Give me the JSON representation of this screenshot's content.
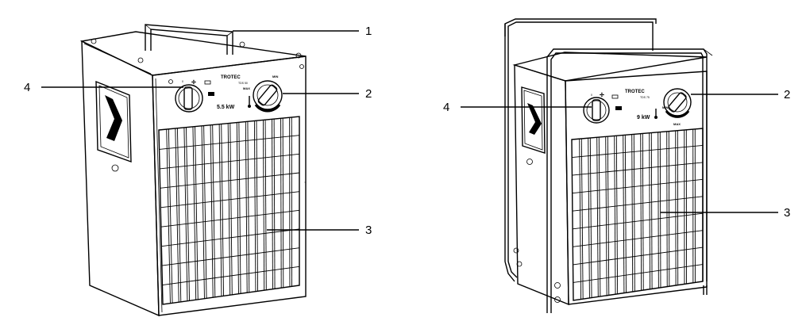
{
  "figure": {
    "callouts": [
      "1",
      "2",
      "3",
      "4"
    ]
  },
  "heater_left": {
    "brand": "TROTEC",
    "model": "TDS 50",
    "power": "5.5 kW",
    "switch_zero": "0",
    "thermostat_min": "MIN",
    "thermostat_max": "MAX"
  },
  "heater_right": {
    "brand": "TROTEC",
    "model": "TDS 75",
    "power": "9 kW",
    "switch_zero": "0",
    "thermostat_min": "MIN",
    "thermostat_max": "MAX"
  }
}
